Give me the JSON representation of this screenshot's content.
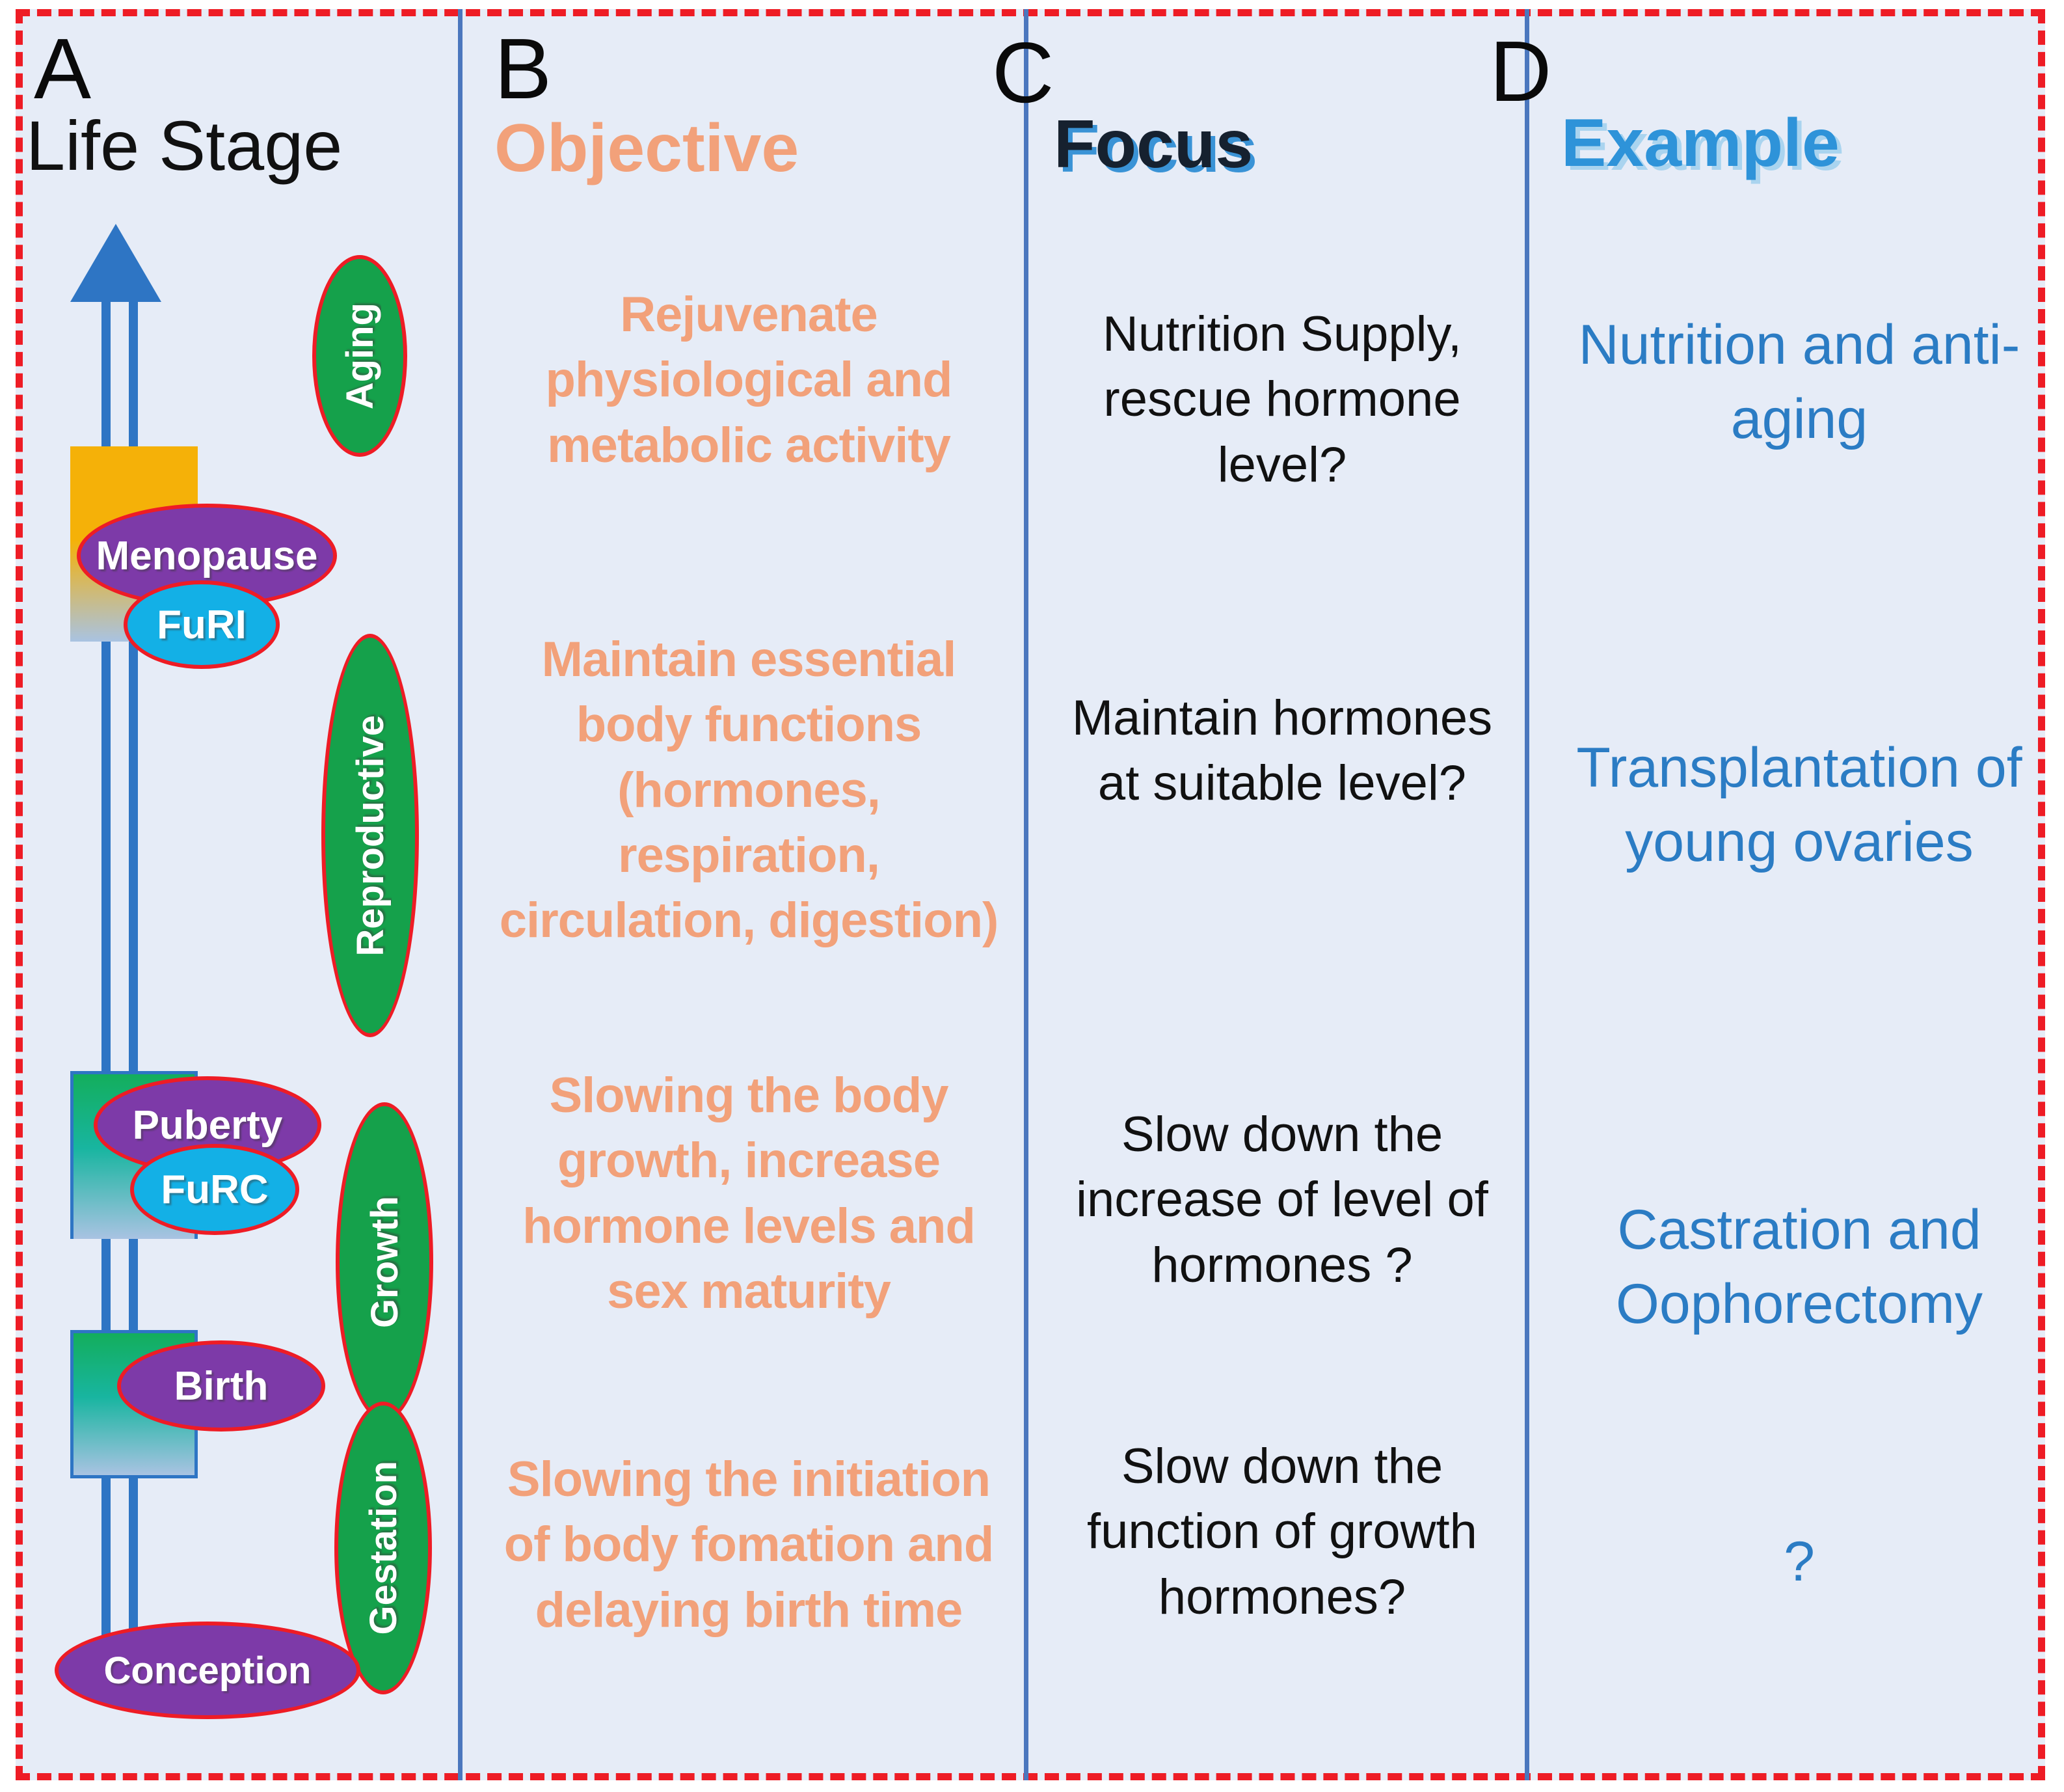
{
  "figure": {
    "background_color": "#e6ecf7",
    "border_color": "#ee1c25"
  },
  "panels": {
    "a_letter": "A",
    "b_letter": "B",
    "c_letter": "C",
    "d_letter": "D"
  },
  "headings": {
    "life_stage": "Life Stage",
    "objective": "Objective",
    "focus": "Focus",
    "example": "Example"
  },
  "colors": {
    "objective_text": "#f2a17a",
    "focus_text": "#16212f",
    "focus_shadow": "#3a93d6",
    "example_text": "#2e93d9",
    "example_shadow": "#aad4ef",
    "timeline_arrow": "#2e75c4",
    "event_ellipse": "#7d3aa8",
    "fur_ellipse": "#13b0e6",
    "stage_ellipse": "#15a14b",
    "ellipse_outline": "#ee1c25",
    "divider_line": "#4b77be",
    "marker_menopause": "#f5b108",
    "marker_growth": "#13ae5c"
  },
  "timeline": {
    "direction_icon": "up-arrow-icon",
    "stages": [
      {
        "id": "aging",
        "label": "Aging",
        "type": "stage"
      },
      {
        "id": "reproductive",
        "label": "Reproductive",
        "type": "stage"
      },
      {
        "id": "growth",
        "label": "Growth",
        "type": "stage"
      },
      {
        "id": "gestation",
        "label": "Gestation",
        "type": "stage"
      }
    ],
    "events": [
      {
        "id": "menopause",
        "label": "Menopause",
        "type": "event"
      },
      {
        "id": "furi",
        "label": "FuRI",
        "type": "fur"
      },
      {
        "id": "puberty",
        "label": "Puberty",
        "type": "event"
      },
      {
        "id": "furc",
        "label": "FuRC",
        "type": "fur"
      },
      {
        "id": "birth",
        "label": "Birth",
        "type": "event"
      },
      {
        "id": "conception",
        "label": "Conception",
        "type": "event"
      }
    ]
  },
  "rows": [
    {
      "id": "row-aging",
      "objective": "Rejuvenate physiological and metabolic activity",
      "focus": "Nutrition Supply, rescue hormone level?",
      "example": "Nutrition and anti-aging"
    },
    {
      "id": "row-reproductive",
      "objective": "Maintain essential body functions (hormones, respiration, circulation, digestion)",
      "focus": "Maintain hormones at suitable level?",
      "example": "Transplantation of young ovaries"
    },
    {
      "id": "row-growth",
      "objective": "Slowing the body growth, increase hormone levels and sex maturity",
      "focus": "Slow down the increase of level of hormones ?",
      "example": "Castration and Oophorectomy"
    },
    {
      "id": "row-gestation",
      "objective": "Slowing the initiation of body fomation and delaying birth time",
      "focus": "Slow down the function of growth hormones?",
      "example": "?"
    }
  ]
}
